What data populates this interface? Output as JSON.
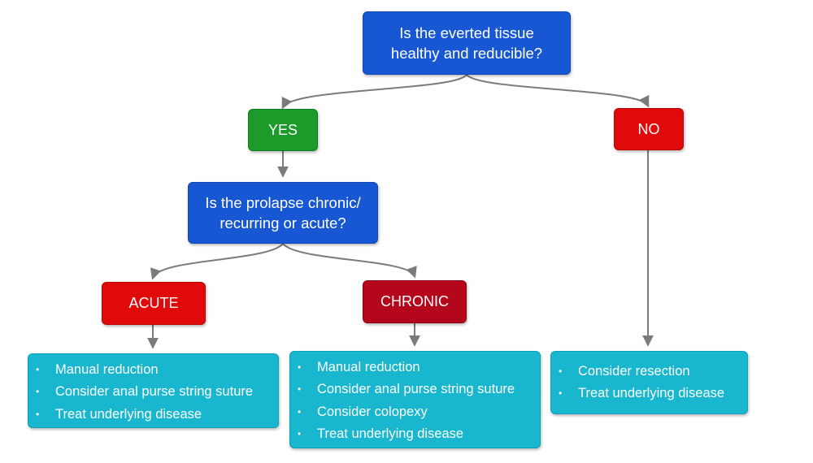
{
  "flowchart": {
    "question_1": {
      "line1": "Is the everted tissue",
      "line2": "healthy and reducible?"
    },
    "yes_label": "YES",
    "no_label": "NO",
    "question_2": {
      "line1": "Is the prolapse chronic/",
      "line2": "recurring or acute?"
    },
    "acute_label": "ACUTE",
    "chronic_label": "CHRONIC",
    "acute_actions": [
      "Manual reduction",
      "Consider anal purse string suture",
      "Treat underlying disease"
    ],
    "chronic_actions": [
      "Manual reduction",
      "Consider anal purse string suture",
      "Consider colopexy",
      "Treat underlying disease"
    ],
    "no_actions": [
      "Consider resection",
      "Treat underlying disease"
    ]
  },
  "colors": {
    "question": "#1757d3",
    "yes": "#1c9a2a",
    "no": "#e00a0a",
    "acute": "#e00a0a",
    "chronic": "#b5071c",
    "action_list": "#18b6cf",
    "connector": "#7b7b7b"
  }
}
